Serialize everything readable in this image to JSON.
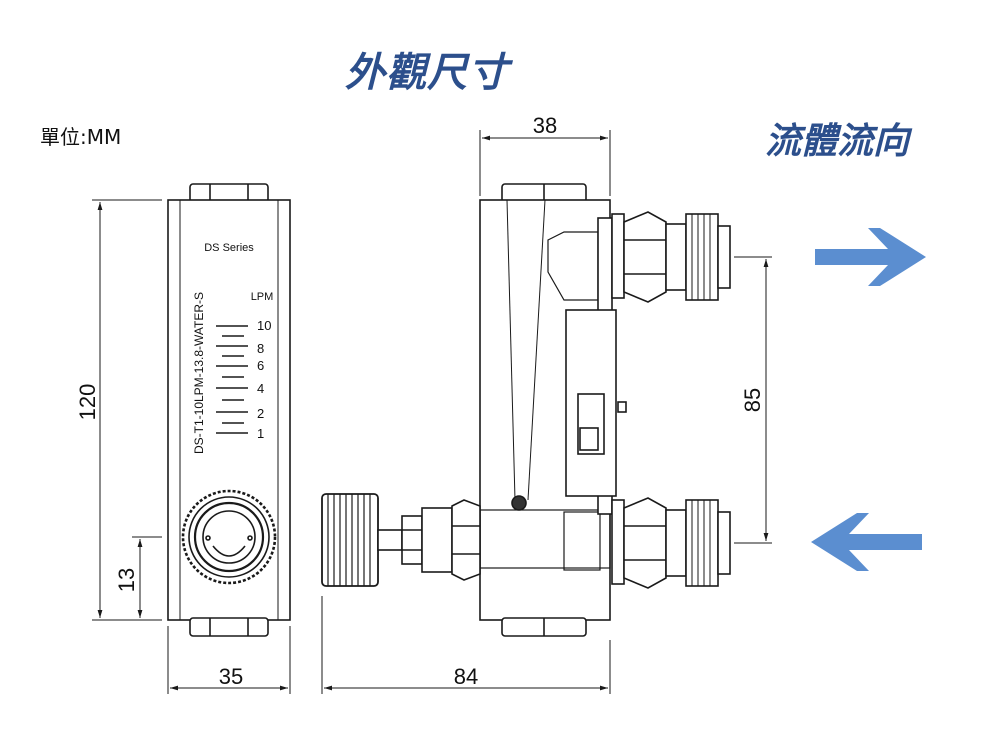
{
  "header": {
    "title": "外觀尺寸",
    "flow_title": "流體流向",
    "unit_label": "單位:MM"
  },
  "front_view": {
    "series_label": "DS Series",
    "model_label": "DS-T1-10LPM-13.8-WATER-S",
    "scale_unit": "LPM",
    "scale_ticks": [
      "10",
      "8",
      "6",
      "4",
      "2",
      "1"
    ]
  },
  "dimensions": {
    "height": "120",
    "knob_offset": "13",
    "front_width": "35",
    "side_depth": "38",
    "port_spacing": "85",
    "total_width": "84"
  },
  "colors": {
    "title": "#2c4f8c",
    "arrow": "#5b8ed0",
    "line": "#1a1a1a"
  },
  "icons": {
    "outlet_arrow": "arrow-right-icon",
    "inlet_arrow": "arrow-left-icon"
  }
}
